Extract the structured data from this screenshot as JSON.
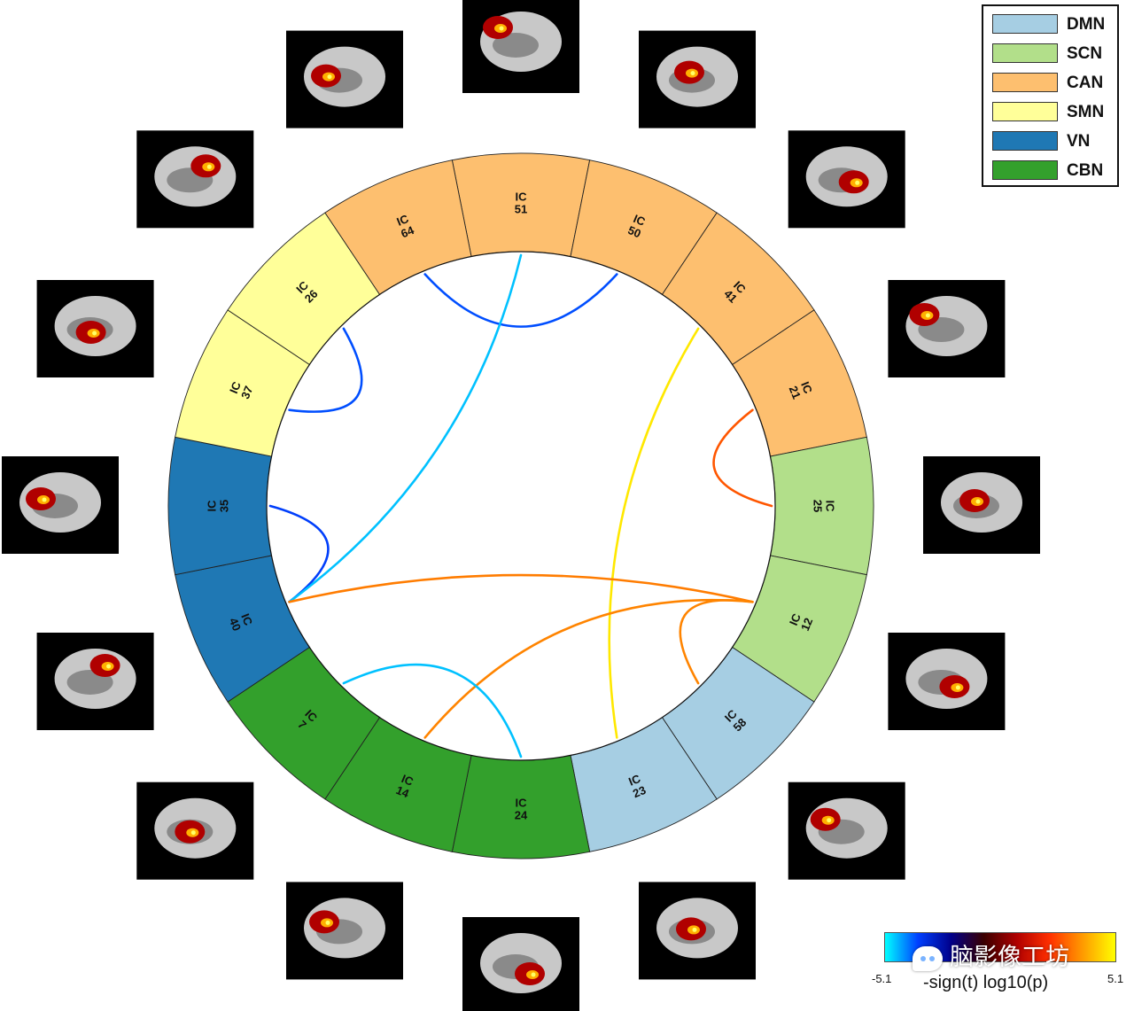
{
  "legend": [
    {
      "label": "DMN",
      "color": "#a6cee3"
    },
    {
      "label": "SCN",
      "color": "#b2df8a"
    },
    {
      "label": "CAN",
      "color": "#fdbf6f"
    },
    {
      "label": "SMN",
      "color": "#ffff99"
    },
    {
      "label": "VN",
      "color": "#1f78b4"
    },
    {
      "label": "CBN",
      "color": "#33a02c"
    }
  ],
  "segments": [
    {
      "label": "IC\n51",
      "network": "CAN"
    },
    {
      "label": "IC\n50",
      "network": "CAN"
    },
    {
      "label": "IC\n41",
      "network": "CAN"
    },
    {
      "label": "IC\n21",
      "network": "CAN"
    },
    {
      "label": "IC\n25",
      "network": "SCN"
    },
    {
      "label": "IC\n12",
      "network": "SCN"
    },
    {
      "label": "IC\n58",
      "network": "DMN"
    },
    {
      "label": "IC\n23",
      "network": "DMN"
    },
    {
      "label": "IC\n24",
      "network": "CBN"
    },
    {
      "label": "IC\n14",
      "network": "CBN"
    },
    {
      "label": "IC\n7",
      "network": "CBN"
    },
    {
      "label": "IC\n40",
      "network": "VN"
    },
    {
      "label": "IC\n35",
      "network": "VN"
    },
    {
      "label": "IC\n37",
      "network": "SMN"
    },
    {
      "label": "IC\n26",
      "network": "SMN"
    },
    {
      "label": "IC\n64",
      "network": "CAN"
    }
  ],
  "connections": [
    {
      "from": "IC 37",
      "to": "IC 26",
      "value": -3.4
    },
    {
      "from": "IC 64",
      "to": "IC 50",
      "value": -3.4
    },
    {
      "from": "IC 35",
      "to": "IC 40",
      "value": -3.2
    },
    {
      "from": "IC 51",
      "to": "IC 40",
      "value": -4.5
    },
    {
      "from": "IC 41",
      "to": "IC 23",
      "value": 4.8
    },
    {
      "from": "IC 21",
      "to": "IC 25",
      "value": 2.9
    },
    {
      "from": "IC 40",
      "to": "IC 12",
      "value": 3.4
    },
    {
      "from": "IC 14",
      "to": "IC 12",
      "value": 3.5
    },
    {
      "from": "IC 12",
      "to": "IC 58",
      "value": 3.5
    },
    {
      "from": "IC 7",
      "to": "IC 24",
      "value": -4.5
    }
  ],
  "colorbar": {
    "min_label": "-5.1",
    "max_label": "5.1",
    "label": "-sign(t) log10(p)"
  },
  "watermark": "脑影像工坊"
}
